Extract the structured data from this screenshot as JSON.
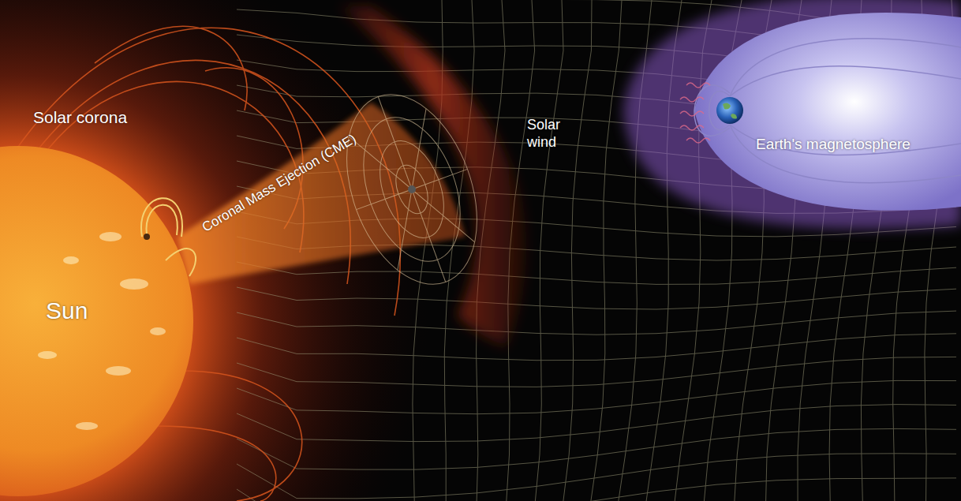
{
  "diagram": {
    "labels": [
      "Solar corona",
      "Sun",
      "Coronal Mass Ejection (CME)",
      "Solar wind",
      "Earth's magnetosphere"
    ]
  }
}
